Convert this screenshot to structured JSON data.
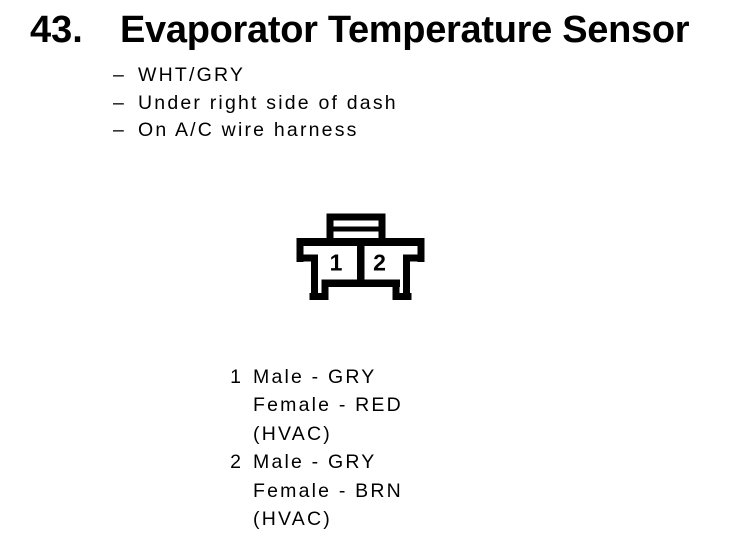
{
  "page": {
    "background_color": "#ffffff",
    "ink_color": "#000000"
  },
  "header": {
    "number": "43.",
    "title": "Evaporator Temperature Sensor"
  },
  "details": [
    {
      "prefix": "–",
      "text": "WHT/GRY"
    },
    {
      "prefix": "–",
      "text": "Under right side of dash"
    },
    {
      "prefix": "–",
      "text": "On A/C wire harness"
    }
  ],
  "connector": {
    "description": "2-pin connector front view with top latch tab",
    "pin_labels": [
      "1",
      "2"
    ]
  },
  "pinout": [
    {
      "pin": "1",
      "lines": [
        "Male - GRY",
        "Female - RED",
        "(HVAC)"
      ]
    },
    {
      "pin": "2",
      "lines": [
        "Male - GRY",
        "Female - BRN",
        "(HVAC)"
      ]
    }
  ]
}
